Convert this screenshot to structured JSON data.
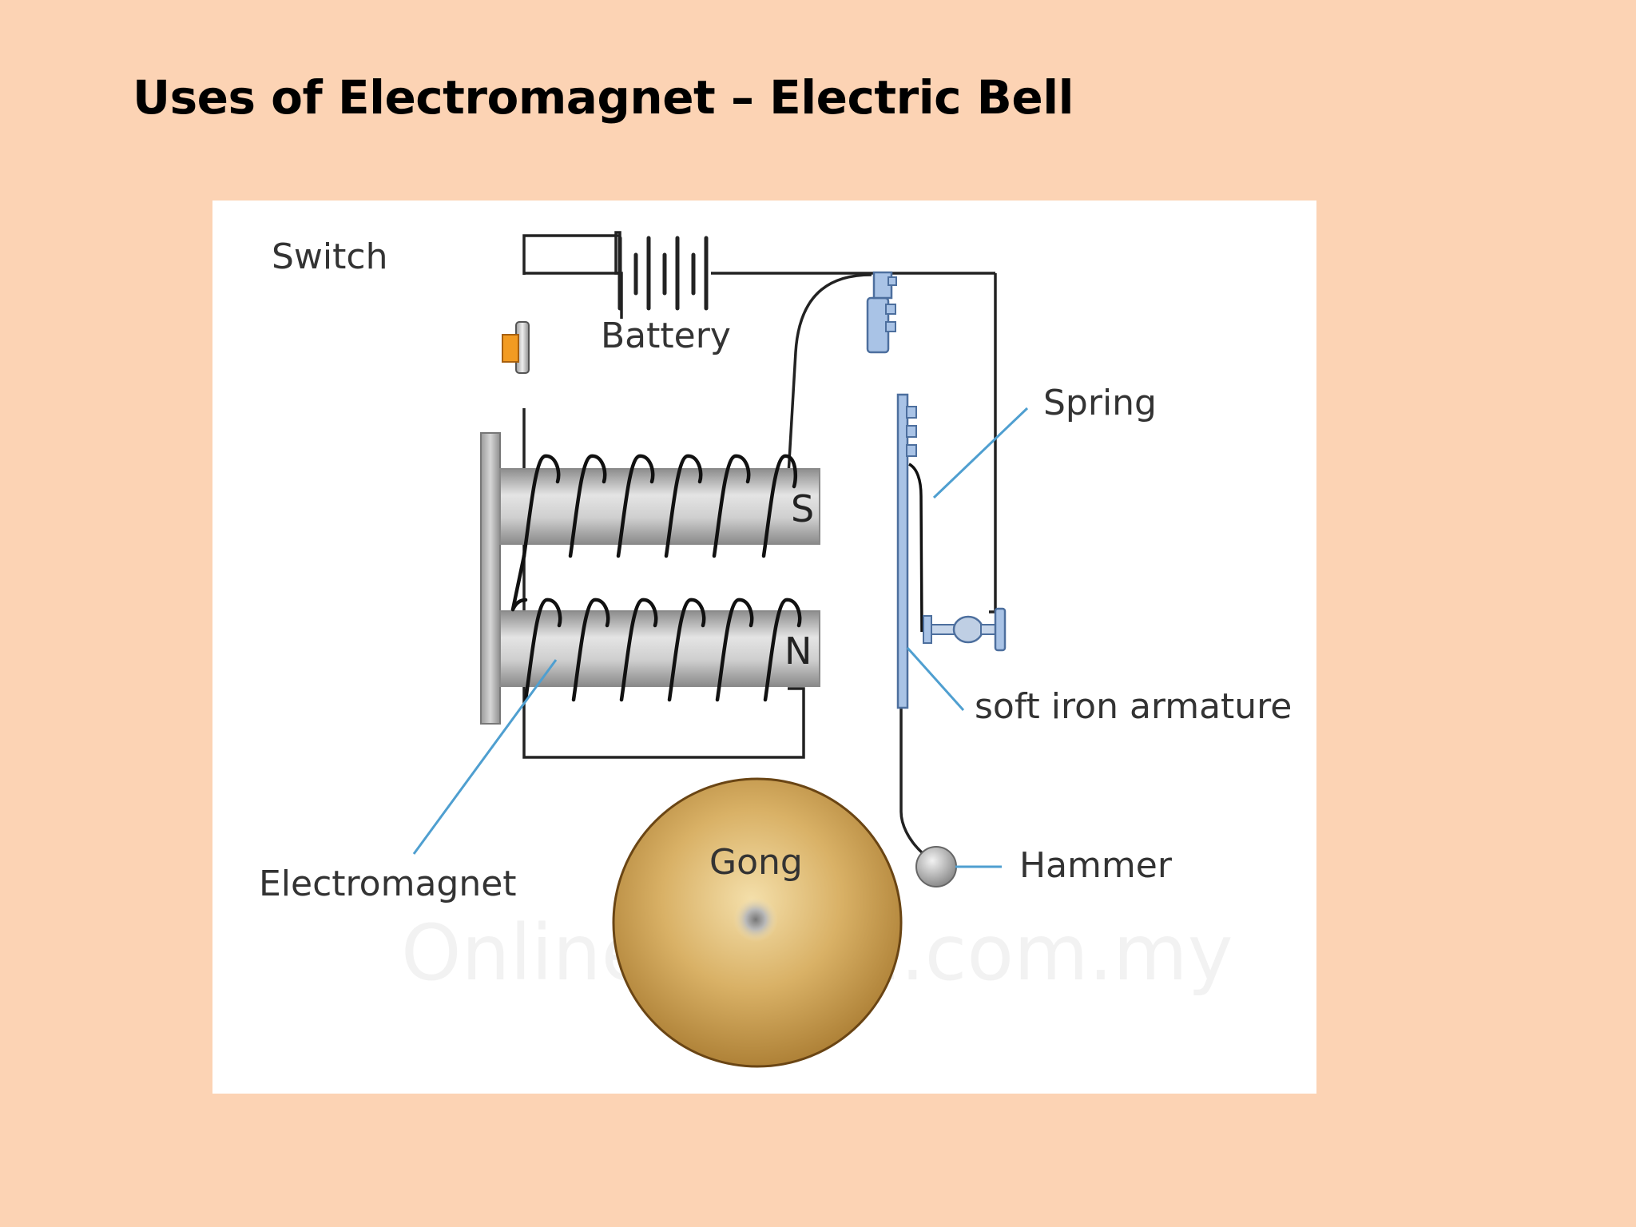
{
  "slide": {
    "title": "Uses of Electromagnet – Electric Bell"
  },
  "diagram": {
    "labels": {
      "switch": "Switch",
      "battery": "Battery",
      "spring": "Spring",
      "soft_iron_armature": "soft iron armature",
      "hammer": "Hammer",
      "electromagnet": "Electromagnet",
      "gong": "Gong"
    },
    "poles": {
      "top": "S",
      "bottom": "N"
    },
    "watermark": "OnlineTuition.com.my"
  },
  "colors": {
    "background": "#fcd3b4",
    "panel": "#ffffff",
    "wire": "#222222",
    "leader": "#4f9fd0",
    "armature": "#a9c3e6",
    "switch_button": "#f29b22",
    "gong": "#caa04e",
    "core": "#b9b9b9"
  }
}
